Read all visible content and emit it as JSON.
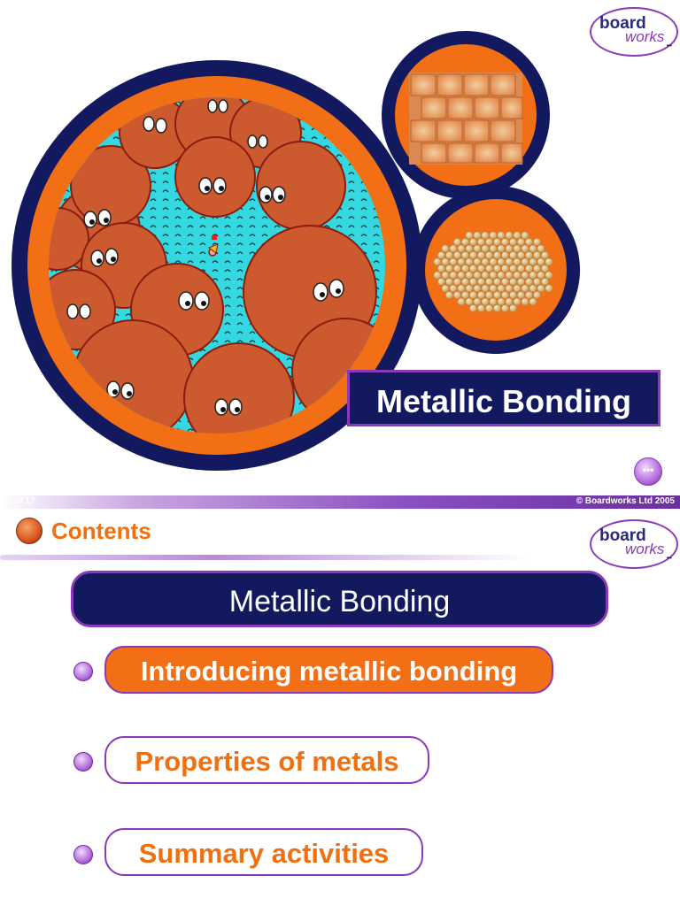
{
  "slide1": {
    "title": "Metallic Bonding",
    "logo": {
      "word1": "board",
      "word2": "works"
    },
    "next_button": "•••"
  },
  "status_bar": {
    "page_indicator": "1 of 17",
    "copyright": "© Boardworks Ltd 2005"
  },
  "slide2": {
    "heading": "Contents",
    "logo": {
      "word1": "board",
      "word2": "works"
    },
    "section_title": "Metallic Bonding",
    "items": [
      {
        "label": "Introducing metallic bonding",
        "state": "active"
      },
      {
        "label": "Properties of metals",
        "state": "inactive"
      },
      {
        "label": "Summary activities",
        "state": "inactive"
      }
    ]
  },
  "colors": {
    "navy": "#13195e",
    "orange": "#f26f15",
    "purple": "#8a3ab9",
    "cyan": "#34d8e0",
    "atom": "#cc5a2e"
  }
}
